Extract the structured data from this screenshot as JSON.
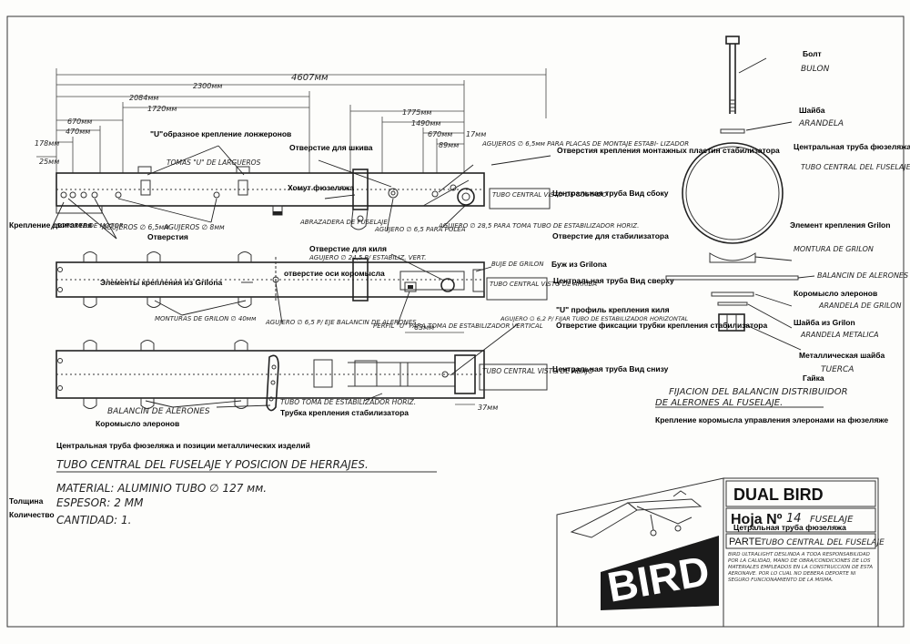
{
  "dimensions": {
    "d4607": "4607мм",
    "d2300": "2300мм",
    "d2084": "2084мм",
    "d1720": "1720мм",
    "d670": "670мм",
    "d470": "470мм",
    "d178": "178мм",
    "d25": "25мм",
    "d1775": "1775мм",
    "d1490": "1490мм",
    "d670b": "670мм",
    "d89": "89мм",
    "d17": "17мм",
    "d63": "63мм",
    "d37": "37мм"
  },
  "es": {
    "tomas_u": "TOMAS \"U\" DE LARGUEROS",
    "soporte_motor": "SOPORTE DE MOTOR",
    "agujeros_65": "AGUJEROS ∅ 6,5мм",
    "agujeros_8": "AGUJEROS ∅ 8мм",
    "abrazadera": "ABRAZADERA DE FUSELAJE",
    "agujero_polea": "AGUJERO ∅ 6,5 PARA POLEA",
    "agujero_285": "AGUJERO ∅ 28,5 PARA TOMA TUBO DE ESTABILIZADOR HORIZ.",
    "agujeros_placas": "AGUJEROS ∅ 6,5мм PARA PLACAS DE MONTAJE ESTABI- LIZADOR",
    "agujero_245": "AGUJERO ∅ 24,5 P/ ESTABILIZ. VERT.",
    "buje_grilon": "BUJE DE GRILON",
    "tubo_costado": "TUBO CENTRAL VISTO DE COSTADO",
    "tubo_arriba": "TUBO CENTRAL VISTO DE ARRIBA",
    "tubo_abajo": "TUBO CENTRAL VISTO DE ABAJO",
    "monturas": "MONTURAS DE GRILON ∅ 40мм",
    "agujero_eje": "AGUJERO ∅ 6,5 P/ EJE BALANCIN DE ALERONES",
    "perfil_u": "PERFIL \"U\" PARA TOMA DE ESTABILIZADOR VERTICAL",
    "agujero_62": "AGUJERO ∅ 6,2 P/ FIJAR TUBO DE ESTABILIZADOR HORIZONTAL",
    "balancin_alerones": "BALANCIN DE ALERONES",
    "tubo_toma": "TUBO TOMA DE ESTABILIZADOR HORIZ.",
    "bulon": "BULON",
    "arandela": "ARANDELA",
    "tubo_fuselaje": "TUBO CENTRAL DEL FUSELAJE",
    "montura_grilon": "MONTURA DE GRILON",
    "balancin_alerones2": "BALANCIN DE ALERONES",
    "arandela_grilon": "ARANDELA DE GRILON",
    "arandela_metalica": "ARANDELA METALICA",
    "tuerca": "TUERCA",
    "fijacion_title_1": "FIJACION DEL BALANCIN DISTRIBUIDOR",
    "fijacion_title_2": "DE ALERONES AL FUSELAJE.",
    "main_title": "TUBO CENTRAL DEL FUSELAJE Y POSICION DE HERRAJES.",
    "material": "MATERIAL: ALUMINIO TUBO ∅ 127 мм.",
    "espesor": "ESPESOR: 2 MM",
    "cantidad": "CANTIDAD: 1."
  },
  "ru": {
    "u_kreplenie": "\"U\"образное крепление лонжеронов",
    "otverstie_shkiva": "Отверстие для шкива",
    "homut": "Хомут фюзеляжа",
    "otverstiya_montazh": "Отверстия крепления монтажных пластин стабилизатора",
    "vid_sboku": "Центральная труба Вид сбоку",
    "kreplenie_dvigatelya": "Крепление двигателя",
    "otverstiya": "Отверстия",
    "otverstie_kilya": "Отверстие для киля",
    "otverstie_stab": "Отверстие для стабилизатора",
    "buzh": "Буж из Grilona",
    "elementy_grilona": "Элементы крепления из Grilona",
    "os_koromysla": "отверстие оси коромысла",
    "vid_sverhu": "Центральная труба Вид сверху",
    "u_profil": "\"U\" профиль крепления киля",
    "otv_fiksacii": "Отверстие фиксации трубки крепления стабилизатора",
    "vid_snizu": "Центральная труба Вид снизу",
    "koromyslo": "Коромысло элеронов",
    "trubka_stab": "Трубка крепления стабилизатора",
    "bolt": "Болт",
    "shaiba": "Шайба",
    "centr_truba": "Центральная труба фюзеляжа",
    "element_grilon": "Элемент крепления Grilon",
    "koromyslo2": "Коромысло элеронов",
    "shaiba_grilon": "Шайба из Grilon",
    "met_shaiba": "Металлическая шайба",
    "gaika": "Гайка",
    "kreplenie_koromysla": "Крепление коромысла управления элеронами на фюзеляже",
    "centr_truba_poz": "Центральная труба фюзеляжа и позиции металлических изделий",
    "tolshina": "Толщина",
    "kolichestvo": "Количество",
    "centr_truba_tb": "Цетральная труба фюзеляжа"
  },
  "title_block": {
    "brand": "DUAL BIRD",
    "hoja_label": "Hoja Nº",
    "hoja_num": "14",
    "hoja_section": "FUSELAJE",
    "parte_label": "PARTE",
    "parte_value": "TUBO CENTRAL DEL FUSELAJE",
    "logo": "BIRD",
    "disclaimer": "BIRD ULTRALIGHT DESLINDA A TODA RESPONSABILIDAD POR LA CALIDAD, MANO DE OBRA/CONDICIONES DE LOS MATERIALES EMPLEADOS EN LA CONSTRUCCION DE ESTA AERONAVE. POR LO CUAL NO DEBERA DEPORTE NI SEGURO FUNCIONAMIENTO DE LA MISMA."
  }
}
